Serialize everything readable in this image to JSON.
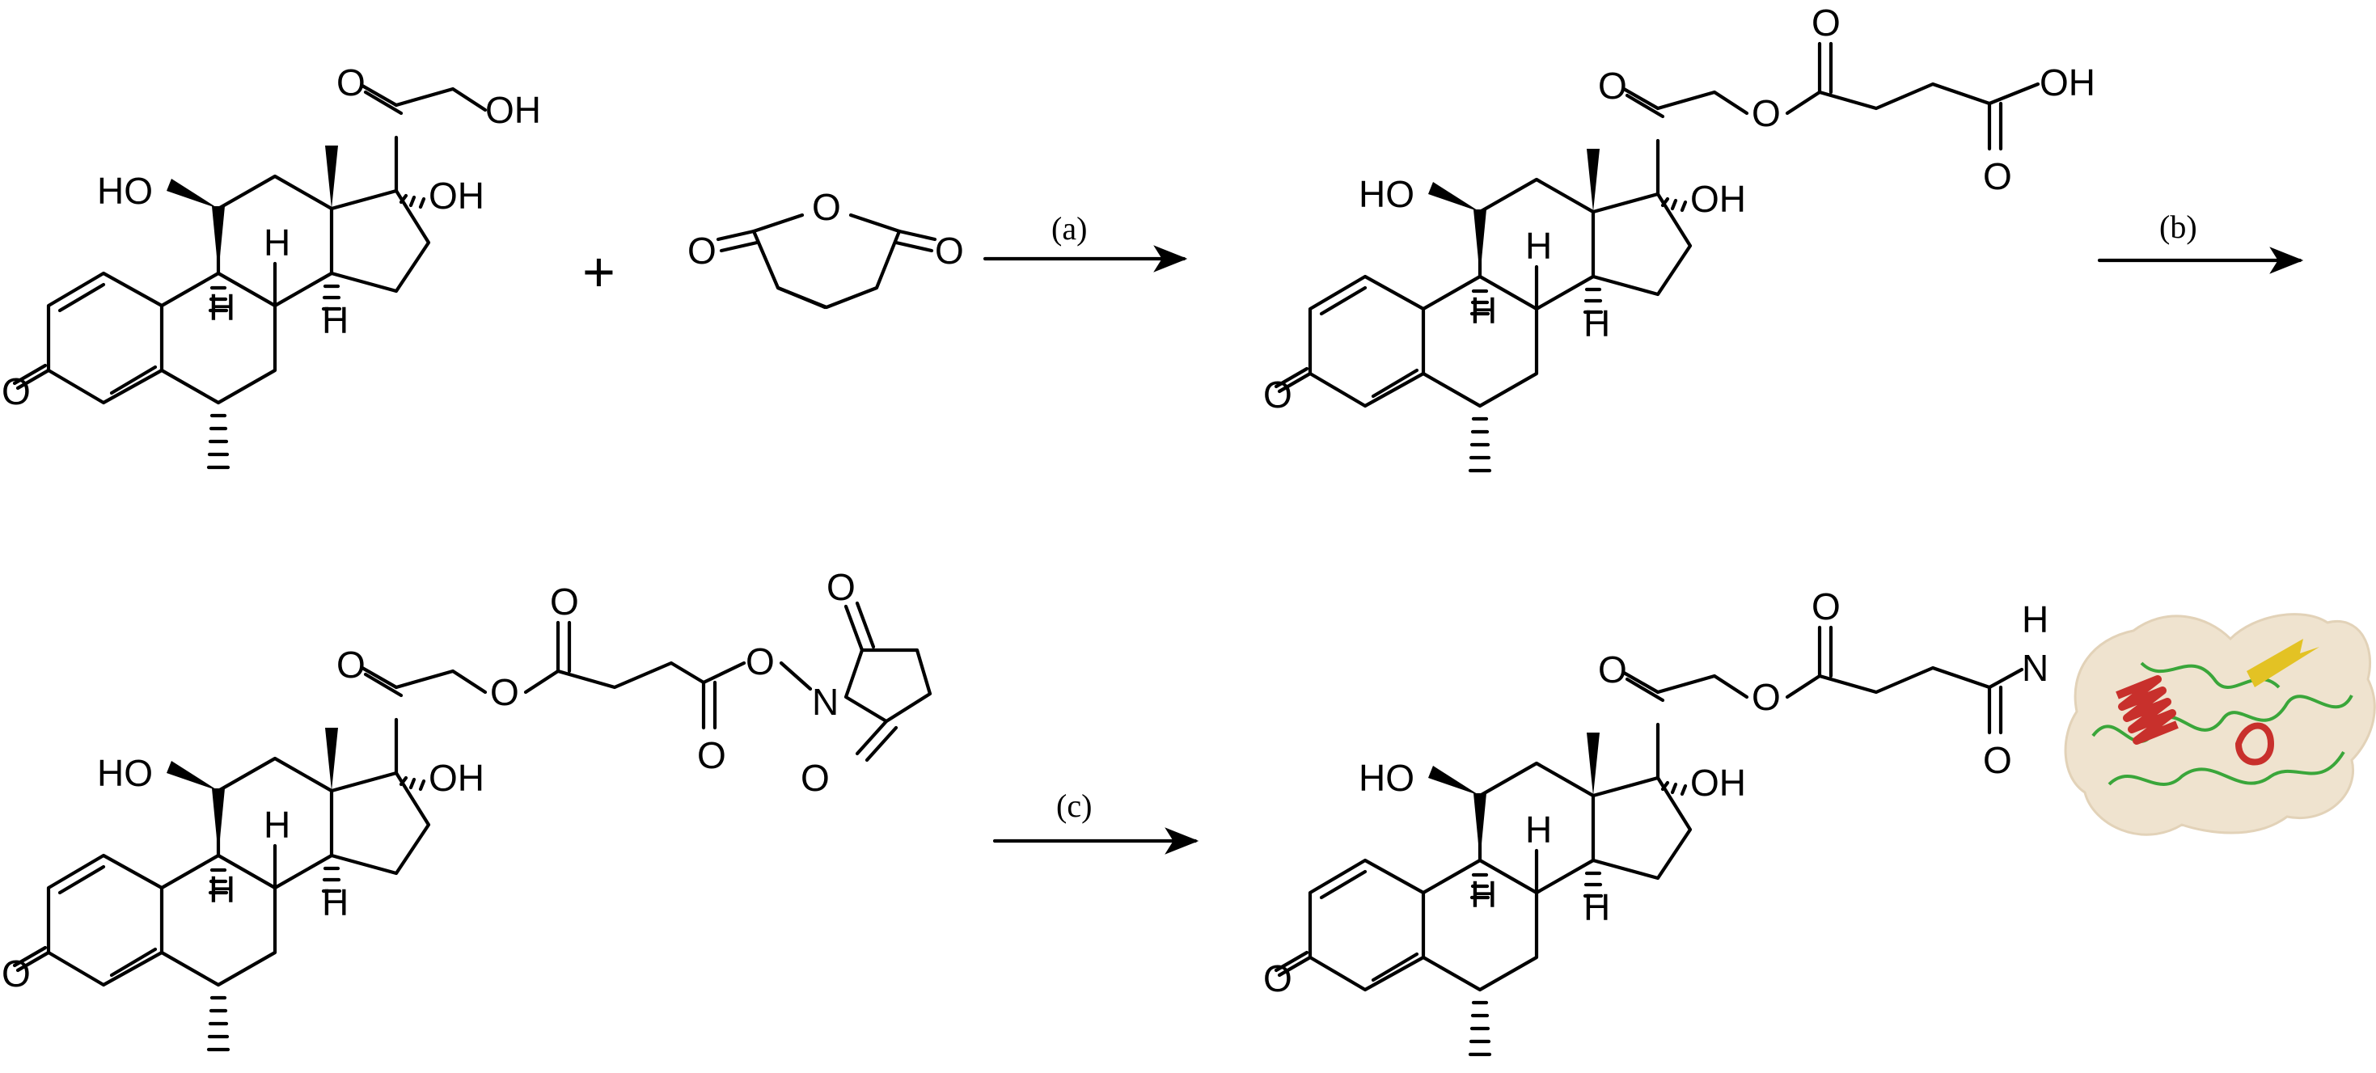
{
  "reagent_labels": {
    "a": "(a)",
    "b": "(b)",
    "c": "(c)"
  },
  "plus_sign": "+",
  "atoms": {
    "oxygen": "O",
    "hydroxyl": "OH",
    "hydroxyl_left": "HO",
    "hydrogen": "H",
    "nitrogen": "N",
    "nh": "H\nN"
  },
  "protein_colors": {
    "surface": "#efe3cf",
    "helix": "#c8302c",
    "strand": "#e3c224",
    "loop": "#3aa63a"
  }
}
